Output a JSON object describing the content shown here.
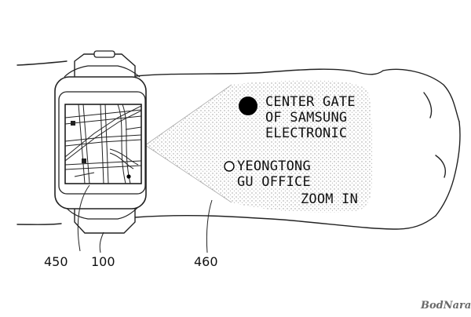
{
  "projection": {
    "primary_marker_icon": "filled-circle-icon",
    "secondary_marker_icon": "hollow-circle-icon",
    "primary_label": [
      "CENTER GATE",
      "OF SAMSUNG",
      "ELECTRONIC"
    ],
    "secondary_label": [
      "YEONGTONG",
      "GU OFFICE"
    ],
    "zoom_label": "ZOOM IN"
  },
  "reference_numerals": {
    "watch_screen": "450",
    "watch": "100",
    "projected_image": "460"
  },
  "watermark": "BodNara",
  "colors": {
    "ink": "#111111",
    "stipple": "#bdbdbd",
    "watermark": "#6a6a6a"
  }
}
